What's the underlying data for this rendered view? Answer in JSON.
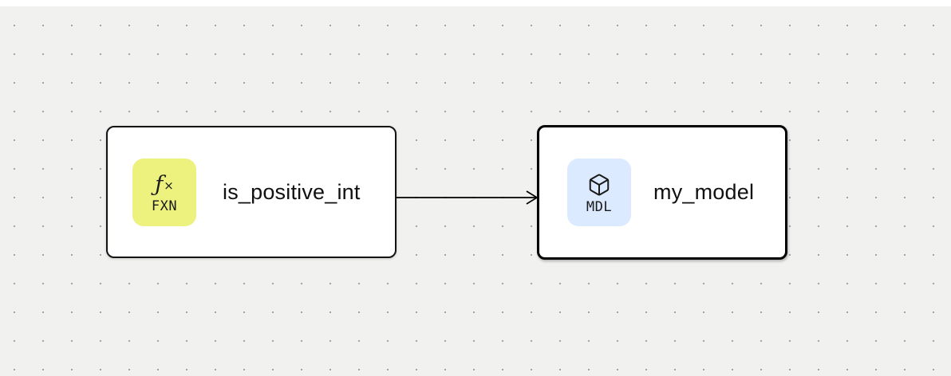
{
  "canvas": {
    "background_color": "#f1f1f0",
    "dot_color": "#a6a6a6",
    "top_strip_color": "#ffffff"
  },
  "nodes": [
    {
      "id": "is_positive_int",
      "type": "function",
      "label": "is_positive_int",
      "selected": false,
      "badge": {
        "icon_main": "ƒ",
        "icon_sub": "×",
        "text": "FXN",
        "color": "#edf17e"
      }
    },
    {
      "id": "my_model",
      "type": "model",
      "label": "my_model",
      "selected": true,
      "badge": {
        "icon": "cube-icon",
        "text": "MDL",
        "color": "#dbeafe"
      }
    }
  ],
  "edges": [
    {
      "from": "is_positive_int",
      "to": "my_model"
    }
  ]
}
